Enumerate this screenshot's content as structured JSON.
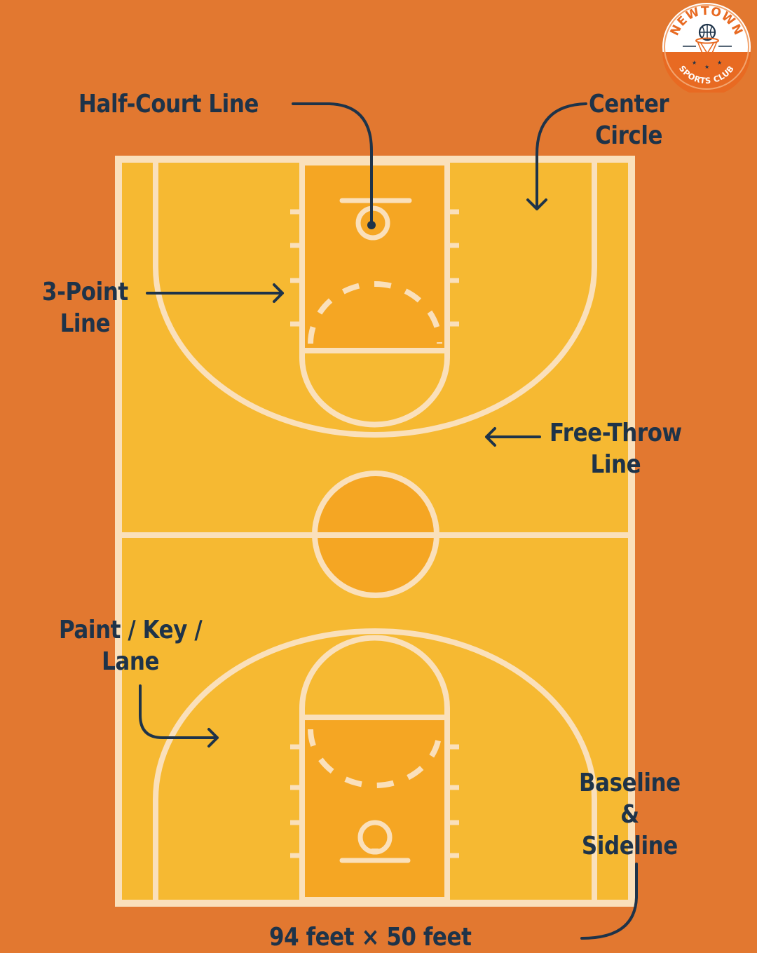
{
  "colors": {
    "background": "#e27830",
    "court_floor": "#f6b932",
    "paint_and_circle": "#f5a623",
    "court_lines": "#fae0bb",
    "label_text": "#1e3349"
  },
  "logo": {
    "top_text": "NEWTOWN",
    "bottom_text": "SPORTS CLUB",
    "icon": "basketball-hoop-icon"
  },
  "labels": {
    "half_court_line": "Half-Court Line",
    "center_circle": {
      "line1": "Center",
      "line2": "Circle"
    },
    "three_point_line": {
      "line1": "3-Point",
      "line2": "Line"
    },
    "free_throw_line": {
      "line1": "Free-Throw",
      "line2": "Line"
    },
    "paint_key_lane": {
      "line1": "Paint / Key /",
      "line2": "Lane"
    },
    "baseline_sideline": {
      "line1": "Baseline",
      "line2": "&",
      "line3": "Sideline"
    }
  },
  "dimensions": "94 feet × 50 feet"
}
